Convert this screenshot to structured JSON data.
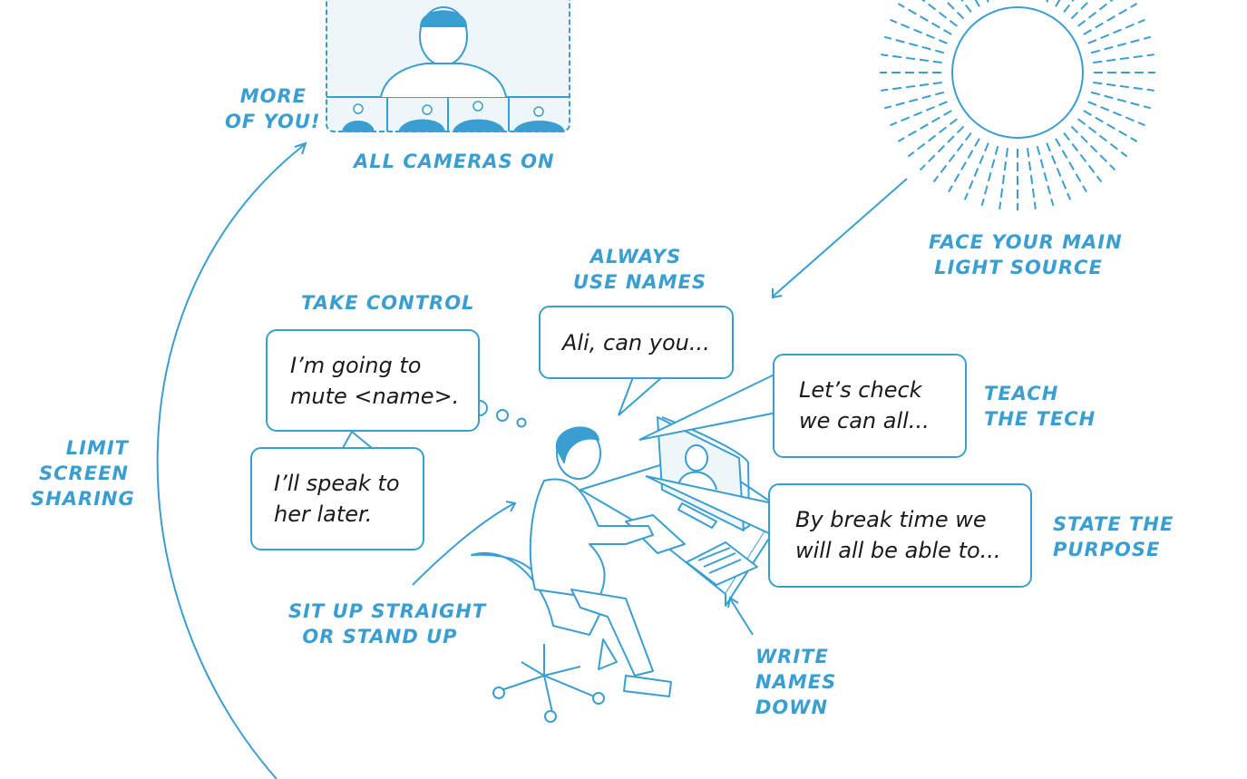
{
  "labels": {
    "more_of_you": [
      "MORE",
      "OF YOU!"
    ],
    "all_cameras_on": "ALL CAMERAS ON",
    "face_light": [
      "FACE YOUR MAIN",
      "LIGHT SOURCE"
    ],
    "always_use_names": [
      "ALWAYS",
      "USE NAMES"
    ],
    "take_control": "TAKE CONTROL",
    "teach_the_tech": [
      "TEACH",
      "THE TECH"
    ],
    "limit_screen_sharing": [
      "LIMIT",
      "SCREEN",
      "SHARING"
    ],
    "state_the_purpose": [
      "STATE THE",
      "PURPOSE"
    ],
    "sit_up_straight": [
      "SIT UP STRAIGHT",
      "OR STAND UP"
    ],
    "write_names_down": [
      "WRITE",
      "NAMES",
      "DOWN"
    ]
  },
  "bubbles": {
    "mute": [
      "I’m going to",
      "mute <name>."
    ],
    "speak_later": [
      "I’ll speak to",
      "her later."
    ],
    "ali": "Ali, can you...",
    "check": [
      "Let’s check",
      "we can all..."
    ],
    "break_time": [
      "By break time we",
      "will all be able to..."
    ]
  },
  "colors": {
    "accent": "#3a9fd0",
    "line": "#3a9fd0",
    "text": "#1a1a1a"
  },
  "icons": [
    "sun-icon",
    "video-call-screen-icon",
    "person-at-desk-illustration"
  ]
}
